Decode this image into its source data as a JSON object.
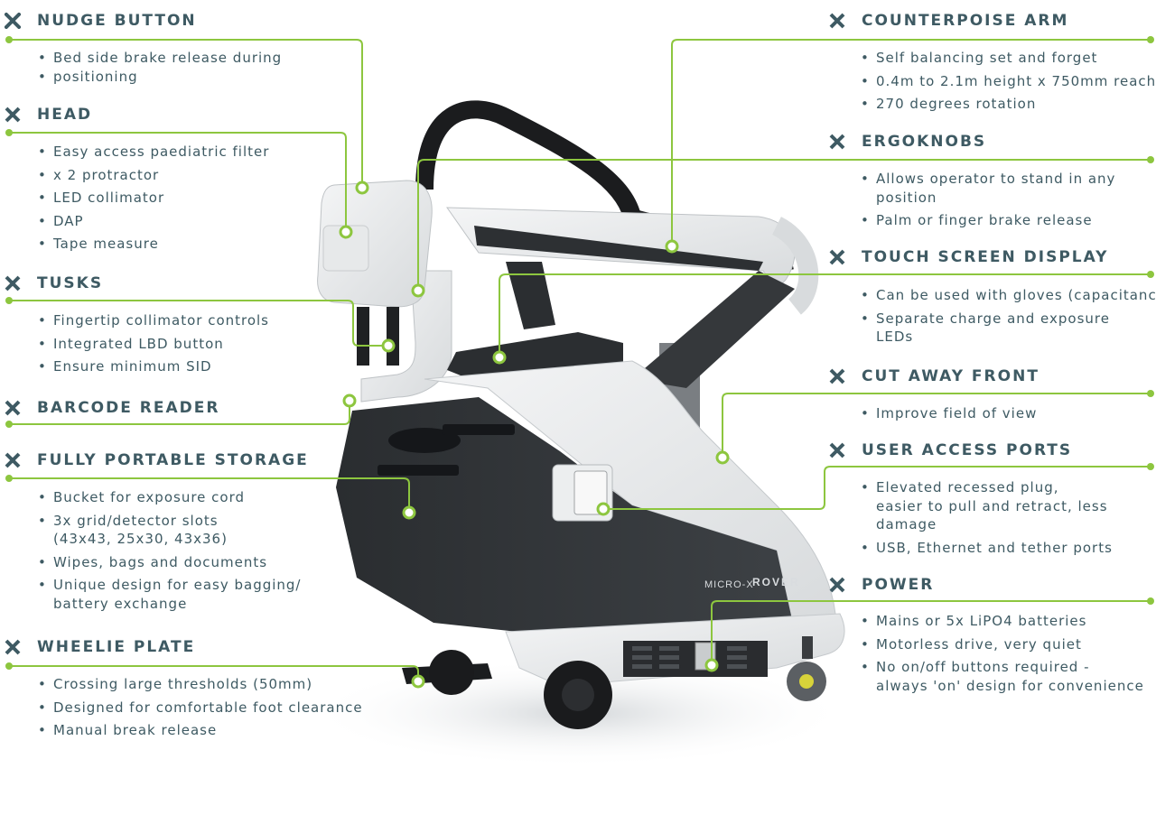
{
  "colors": {
    "accent": "#8dc63f",
    "text": "#3e5a63",
    "icon": "#3e5a63"
  },
  "icon": "x-cross-icon",
  "product": {
    "brand_left": "MICRO-X",
    "brand_right": "ROVER"
  },
  "left_features": [
    {
      "title": "NUDGE BUTTON",
      "bullets": [
        "Bed side brake release during",
        "positioning"
      ]
    },
    {
      "title": "HEAD",
      "bullets": [
        "Easy access paediatric filter",
        "x 2 protractor",
        "LED collimator",
        "DAP",
        "Tape measure"
      ]
    },
    {
      "title": "TUSKS",
      "bullets": [
        "Fingertip collimator controls",
        "Integrated LBD button",
        "Ensure minimum SID"
      ]
    },
    {
      "title": "BARCODE READER",
      "bullets": []
    },
    {
      "title": "FULLY PORTABLE STORAGE",
      "bullets": [
        "Bucket for exposure cord",
        "3x grid/detector slots",
        "(43x43, 25x30, 43x36)",
        "Wipes, bags and documents",
        "Unique design for easy bagging/",
        "battery exchange"
      ]
    },
    {
      "title": "WHEELIE PLATE",
      "bullets": [
        "Crossing large thresholds (50mm)",
        "Designed for comfortable foot clearance",
        "Manual break release"
      ]
    }
  ],
  "right_features": [
    {
      "title": "COUNTERPOISE ARM",
      "bullets": [
        "Self balancing set and forget",
        "0.4m to 2.1m height x 750mm reach",
        "270 degrees rotation"
      ]
    },
    {
      "title": "ERGOKNOBS",
      "bullets": [
        "Allows operator to stand in any",
        "position",
        "Palm or finger brake release"
      ]
    },
    {
      "title": "TOUCH SCREEN DISPLAY",
      "bullets": [
        "Can be used with gloves (capacitance)",
        "Separate charge and exposure",
        "LEDs"
      ]
    },
    {
      "title": "CUT AWAY FRONT",
      "bullets": [
        "Improve field of view"
      ]
    },
    {
      "title": "USER ACCESS PORTS",
      "bullets": [
        "Elevated recessed plug,",
        "easier to pull and retract, less",
        "damage",
        "USB, Ethernet and tether ports"
      ]
    },
    {
      "title": "POWER",
      "bullets": [
        "Mains or 5x LiPO4 batteries",
        "Motorless drive, very quiet",
        "No on/off buttons required -",
        "always 'on' design for convenience"
      ]
    }
  ]
}
